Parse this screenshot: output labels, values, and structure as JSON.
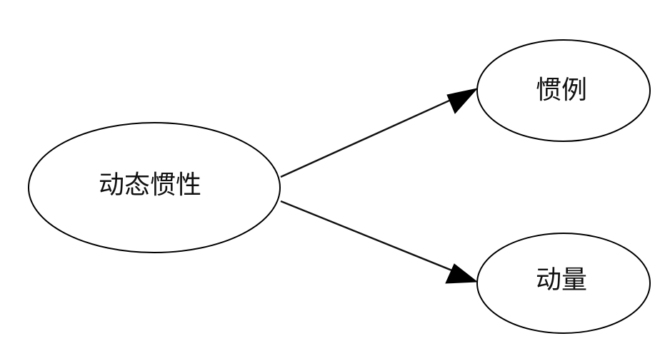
{
  "nodes": {
    "source": {
      "label": "动态惯性"
    },
    "top": {
      "label": "惯例"
    },
    "bottom": {
      "label": "动量"
    }
  },
  "edges": [
    {
      "from": "source",
      "to": "top"
    },
    {
      "from": "source",
      "to": "bottom"
    }
  ]
}
